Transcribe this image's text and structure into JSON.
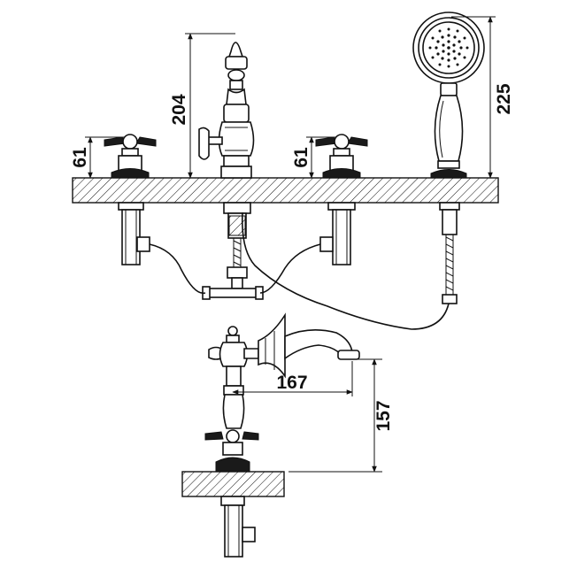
{
  "dimensions": {
    "left_valve_height": "61",
    "spout_height": "204",
    "right_valve_height": "61",
    "shower_height": "225",
    "spout_reach": "167",
    "spout_side_height": "157"
  },
  "colors": {
    "line": "#111111",
    "background": "#ffffff"
  }
}
